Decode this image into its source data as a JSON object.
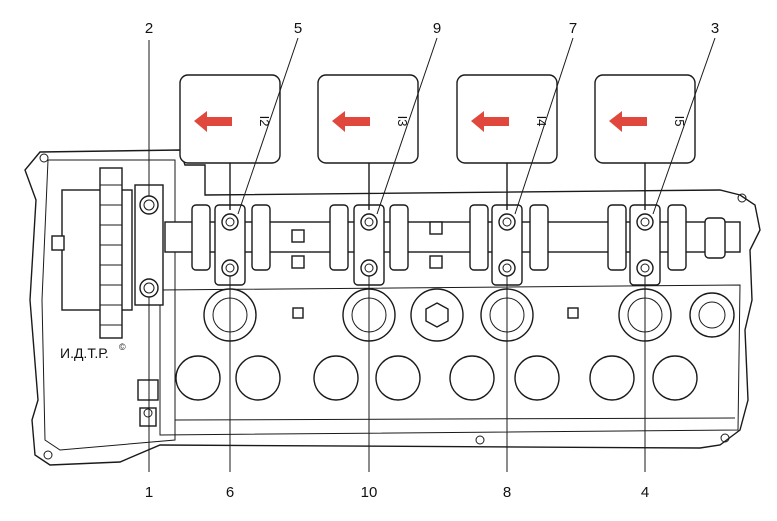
{
  "diagram": {
    "callouts_top": [
      "2",
      "5",
      "9",
      "7",
      "3"
    ],
    "callouts_bottom": [
      "1",
      "6",
      "10",
      "8",
      "4"
    ],
    "cap_boxes": [
      {
        "label": "I2",
        "arrow_icon": "arrow-left-icon"
      },
      {
        "label": "I3",
        "arrow_icon": "arrow-left-icon"
      },
      {
        "label": "I4",
        "arrow_icon": "arrow-left-icon"
      },
      {
        "label": "I5",
        "arrow_icon": "arrow-left-icon"
      }
    ],
    "watermark": "И.Д.Т.Р.",
    "watermark_symbol": "©",
    "colors": {
      "arrow": "#e0483e",
      "line": "#1a1a1a"
    }
  }
}
